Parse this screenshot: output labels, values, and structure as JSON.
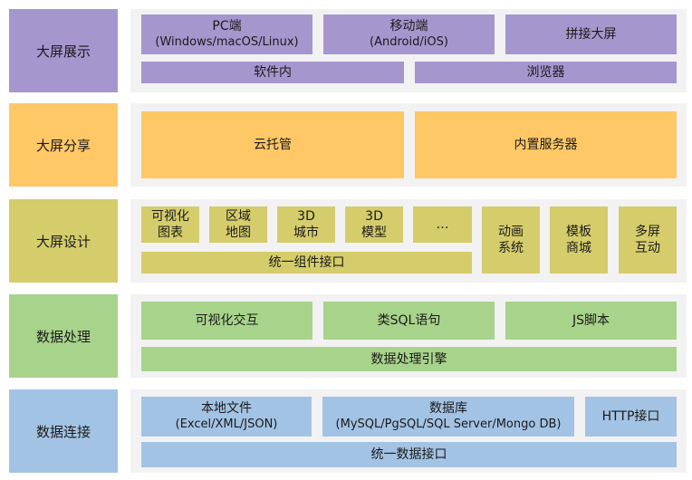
{
  "layers": [
    {
      "label": "大屏展示",
      "color": "#a696ce",
      "items": {
        "pc": {
          "line1": "PC端",
          "line2": "(Windows/macOS/Linux)"
        },
        "mobile": {
          "line1": "移动端",
          "line2": "(Android/iOS)"
        },
        "splice": "拼接大屏",
        "in_app": "软件内",
        "browser": "浏览器"
      }
    },
    {
      "label": "大屏分享",
      "color": "#fec867",
      "items": {
        "cloud": "云托管",
        "builtin_server": "内置服务器"
      }
    },
    {
      "label": "大屏设计",
      "color": "#d5cc6b",
      "items": {
        "vis_chart": {
          "line1": "可视化",
          "line2": "图表"
        },
        "region_map": {
          "line1": "区域",
          "line2": "地图"
        },
        "city_3d": {
          "line1": "3D",
          "line2": "城市"
        },
        "model_3d": {
          "line1": "3D",
          "line2": "模型"
        },
        "more": "…",
        "animation": {
          "line1": "动画",
          "line2": "系统"
        },
        "template": {
          "line1": "模板",
          "line2": "商城"
        },
        "multi_screen": {
          "line1": "多屏",
          "line2": "互动"
        },
        "unified_component": "统一组件接口"
      }
    },
    {
      "label": "数据处理",
      "color": "#a8d38b",
      "items": {
        "vis_interaction": "可视化交互",
        "sql_like": "类SQL语句",
        "js_script": "JS脚本",
        "engine": "数据处理引擎"
      }
    },
    {
      "label": "数据连接",
      "color": "#a3c3e4",
      "items": {
        "local_file": {
          "line1": "本地文件",
          "line2": "(Excel/XML/JSON)"
        },
        "database": {
          "line1": "数据库",
          "line2": "(MySQL/PgSQL/SQL Server/Mongo DB)"
        },
        "http": "HTTP接口",
        "unified_data": "统一数据接口"
      }
    }
  ]
}
